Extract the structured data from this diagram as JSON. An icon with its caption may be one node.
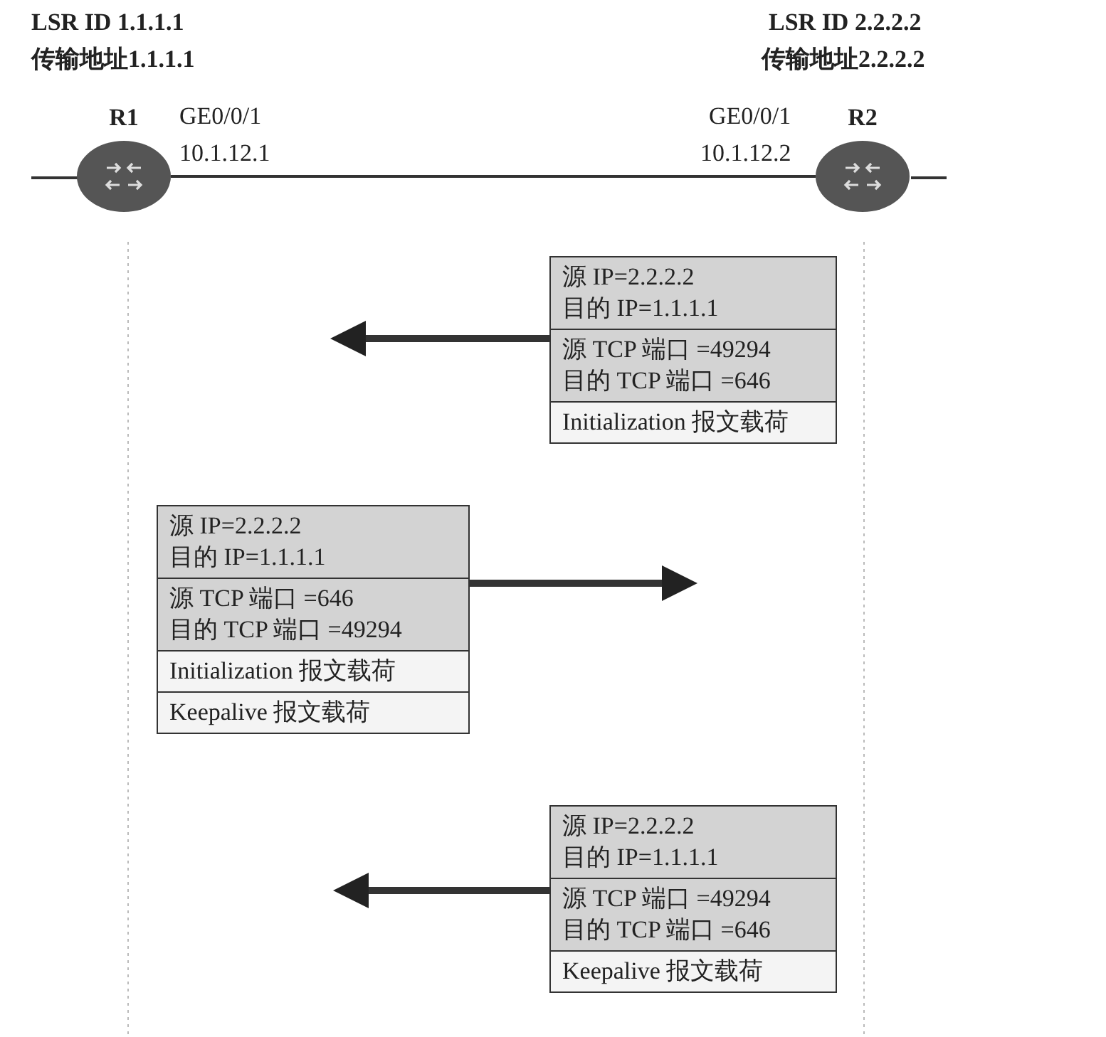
{
  "diagram": {
    "nodes": [
      {
        "text": [
          "R1"
        ]
      },
      {
        "text": [
          "R2"
        ]
      },
      {
        "text": [
          "源 IP=2.2.2.2",
          "目的 IP=1.1.1.1",
          "源 TCP 端口 =49294",
          "目的 TCP 端口 =646",
          "Initialization 报文载荷"
        ]
      },
      {
        "text": [
          "源 IP=2.2.2.2",
          "目的 IP=1.1.1.1",
          "源 TCP 端口 =646",
          "目的 TCP 端口 =49294",
          "Initialization 报文载荷",
          "Keepalive 报文载荷"
        ]
      },
      {
        "text": [
          "源 IP=2.2.2.2",
          "目的 IP=1.1.1.1",
          "源 TCP 端口 =49294",
          "目的 TCP 端口 =646",
          "Keepalive 报文载荷"
        ]
      }
    ],
    "edges": [
      {
        "from": 0,
        "to": 1,
        "arrow": "none"
      },
      {
        "from": 2,
        "to": null,
        "arrow": "to"
      },
      {
        "from": 3,
        "to": null,
        "arrow": "to"
      },
      {
        "from": 4,
        "to": null,
        "arrow": "to"
      }
    ],
    "labels": [
      "LSR ID 1.1.1.1",
      "传输地址1.1.1.1",
      "LSR ID 2.2.2.2",
      "传输地址2.2.2.2",
      "GE0/0/1",
      "10.1.12.1",
      "GE0/0/1",
      "10.1.12.2"
    ]
  }
}
